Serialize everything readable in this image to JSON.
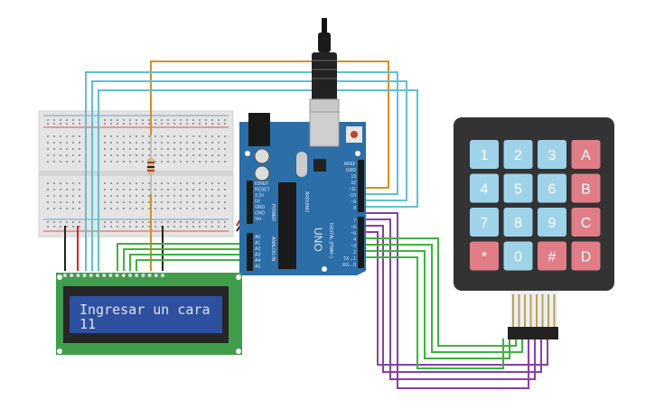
{
  "lcd": {
    "line1": "Ingresar un cara",
    "line2": "11"
  },
  "keypad": {
    "keys": [
      "1",
      "2",
      "3",
      "A",
      "4",
      "5",
      "6",
      "B",
      "7",
      "8",
      "9",
      "C",
      "*",
      "0",
      "#",
      "D"
    ]
  },
  "arduino": {
    "brand": "ARDUINO",
    "model": "UNO",
    "power_label": "POWER",
    "analog_label": "ANALOG IN",
    "digital_label": "DIGITAL (PWM~)",
    "power_pins": [
      "IOREF",
      "RESET",
      "3.3V",
      "5V",
      "GND",
      "GND",
      "Vin"
    ],
    "analog_pins": [
      "A0",
      "A1",
      "A2",
      "A3",
      "A4",
      "A5"
    ],
    "digital_pins": [
      "AREF",
      "GND",
      "13",
      "12",
      "~11",
      "~10",
      "~9",
      "8",
      "7",
      "~6",
      "~5",
      "4",
      "~3",
      "2",
      "TX→1",
      "RX←0"
    ]
  },
  "colors": {
    "wire_orange": "#e08a1e",
    "wire_cyan": "#5fc0d6",
    "wire_green": "#3cb43c",
    "wire_purple": "#8a3fa8",
    "board": "#2c6ea8",
    "lcd_pcb": "#3f9d4c",
    "lcd_screen": "#2f4fa0",
    "key_blue": "#9fd3ea",
    "key_red": "#e07d86"
  }
}
